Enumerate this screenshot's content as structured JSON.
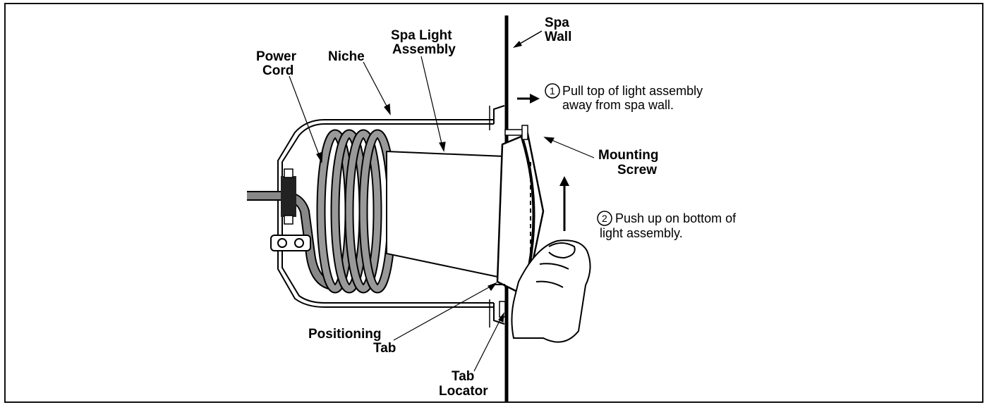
{
  "labels": {
    "spa_wall": [
      "Spa",
      "Wall"
    ],
    "spa_light_assembly": [
      "Spa Light",
      "Assembly"
    ],
    "niche": "Niche",
    "power_cord": [
      "Power",
      "Cord"
    ],
    "mounting_screw": [
      "Mounting",
      "Screw"
    ],
    "positioning_tab": [
      "Positioning",
      "Tab"
    ],
    "tab_locator": [
      "Tab",
      "Locator"
    ]
  },
  "steps": [
    {
      "number": "1",
      "lines": [
        "Pull top of light assembly",
        "away from spa wall."
      ]
    },
    {
      "number": "2",
      "lines": [
        "Push up on bottom of",
        "light assembly."
      ]
    }
  ]
}
